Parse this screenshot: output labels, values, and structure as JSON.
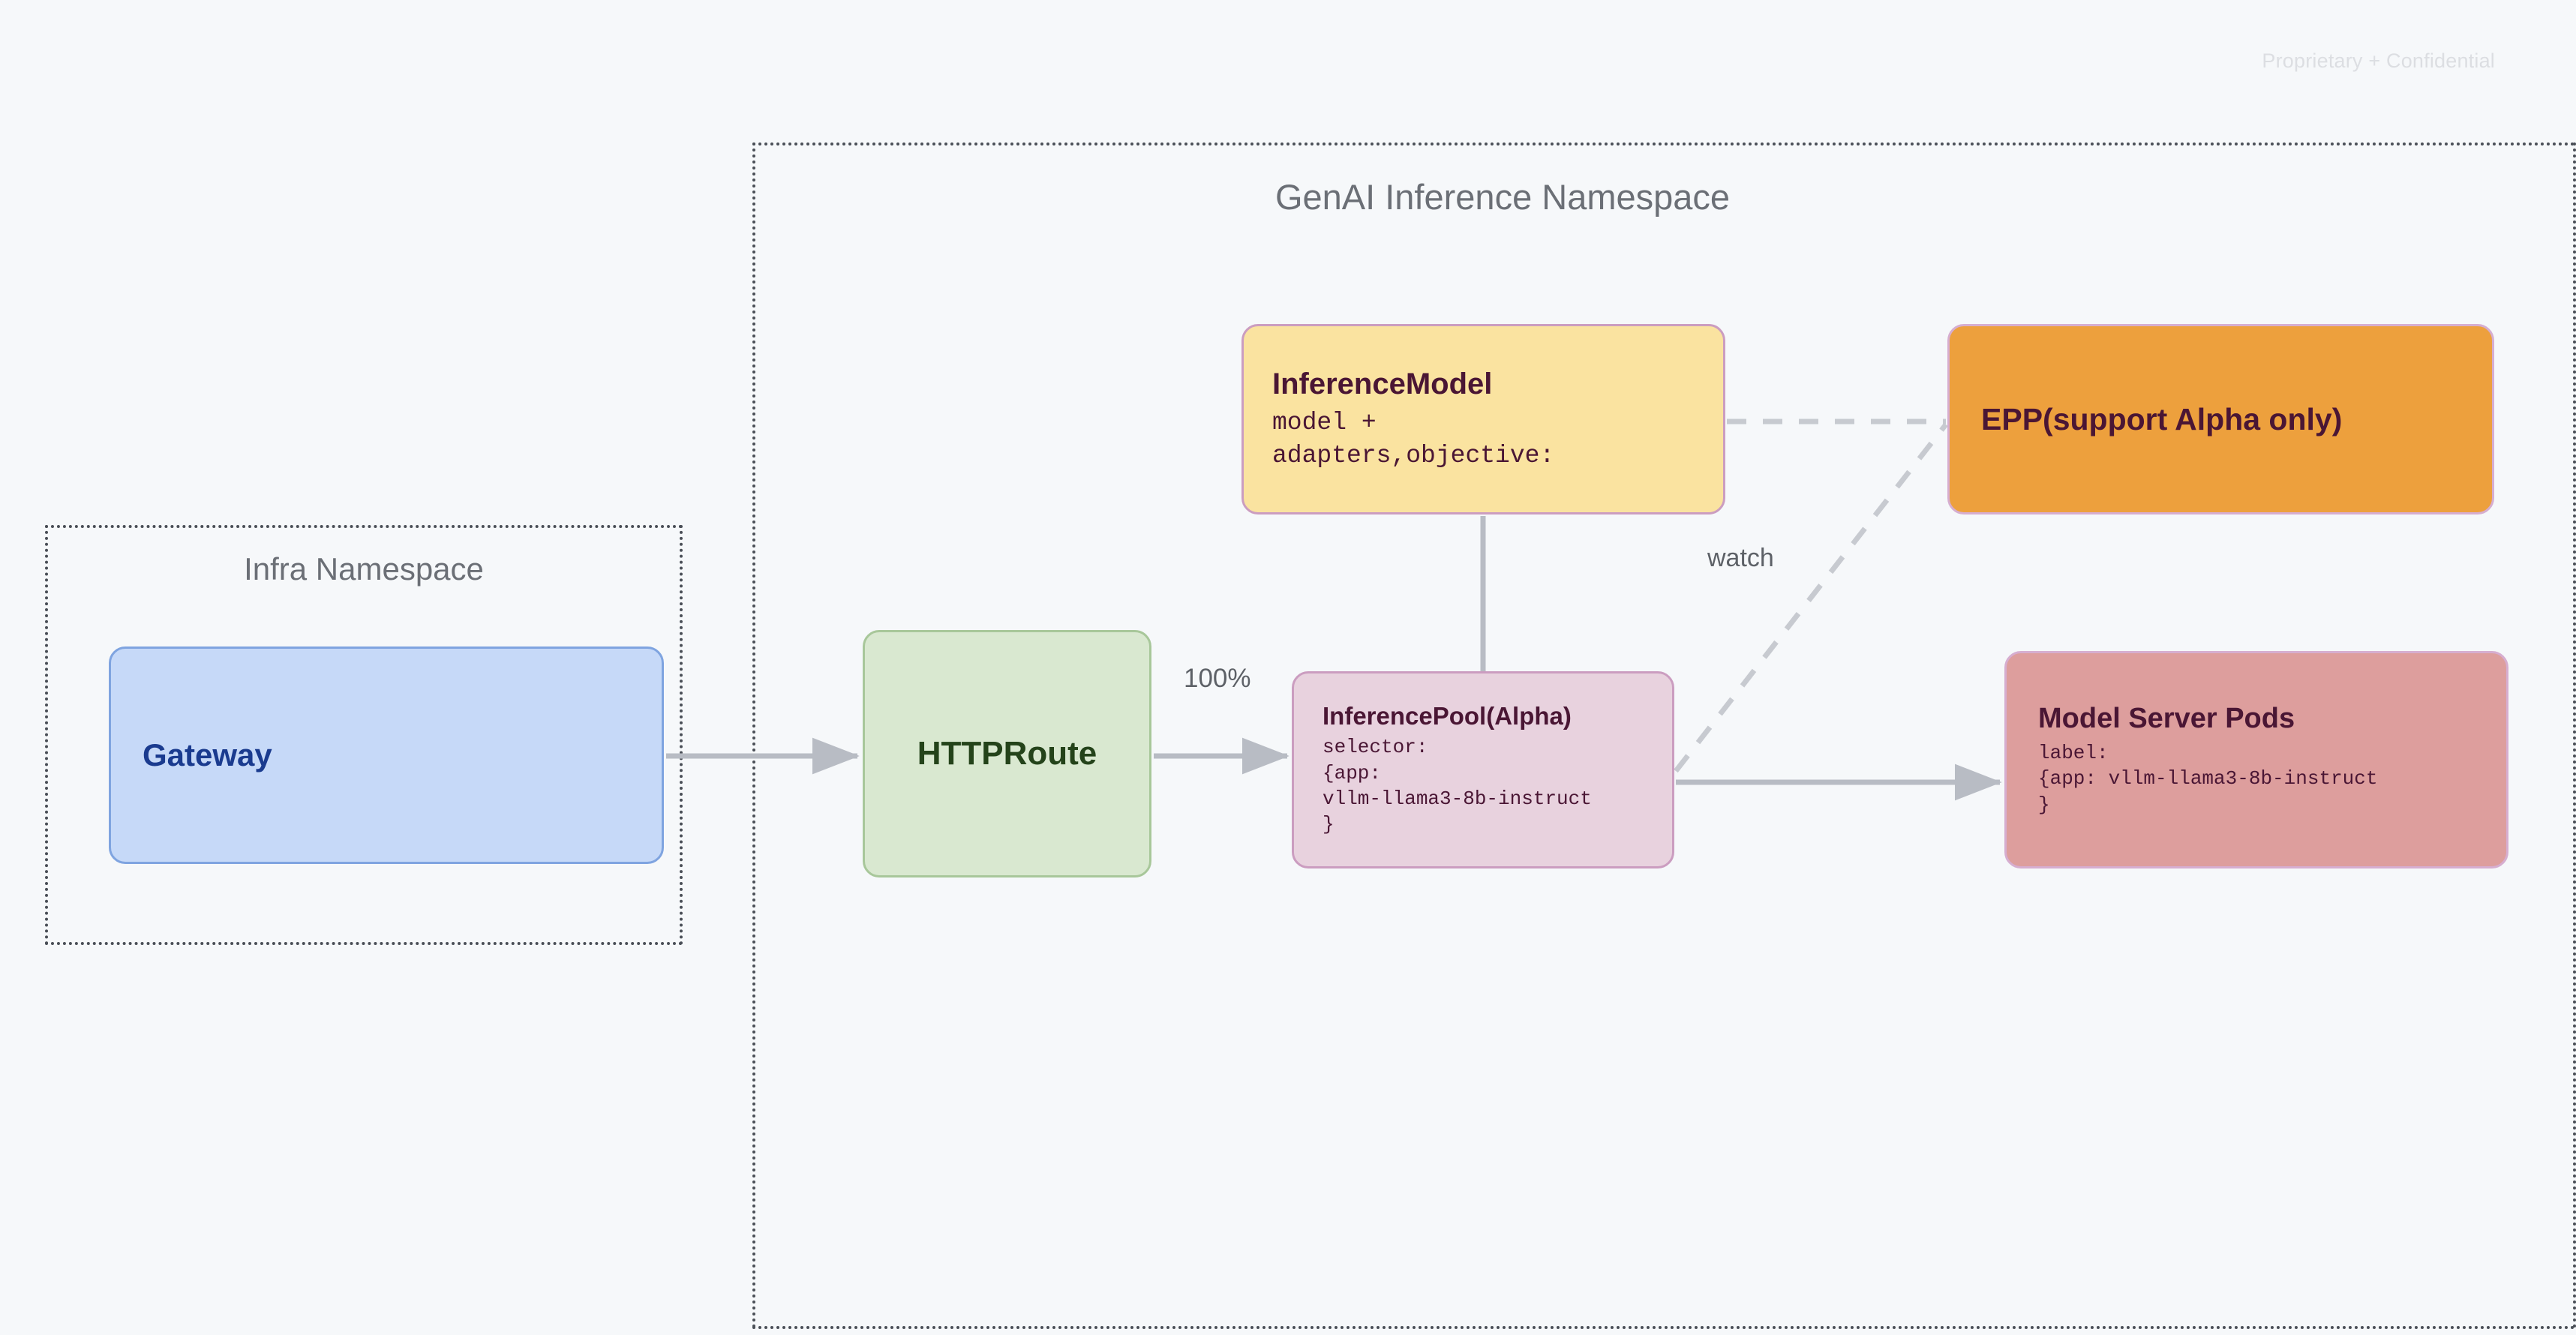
{
  "page": {
    "watermark": "Proprietary + Confidential",
    "background_color": "#f6f8fa"
  },
  "namespaces": [
    {
      "key": "infra",
      "title": "Infra Namespace",
      "border_style": "dotted",
      "border_color": "#4a4f57"
    },
    {
      "key": "genai",
      "title": "GenAI Inference Namespace",
      "border_style": "dotted",
      "border_color": "#4a4f57"
    }
  ],
  "nodes": {
    "gateway": {
      "title": "Gateway",
      "body": "",
      "fill": "#c6d9f8",
      "border": "#7fa4e0",
      "text": "#1a3b8f"
    },
    "httproute": {
      "title": "HTTPRoute",
      "body": "",
      "fill": "#d9e8d0",
      "border": "#a8c79a",
      "text": "#24431a"
    },
    "inference_model": {
      "title": "InferenceModel",
      "body": "model +\nadapters,objective:",
      "fill": "#fae3a0",
      "border": "#cb9dc0",
      "text": "#4a1634"
    },
    "inference_pool": {
      "title": "InferencePool(Alpha)",
      "body": "selector:\n{app:\nvllm-llama3-8b-instruct\n}",
      "fill": "#e8d2de",
      "border": "#cb9dc0",
      "text": "#4a1634"
    },
    "epp": {
      "title": "EPP(support Alpha only)",
      "body": "",
      "fill": "#eda03d",
      "border": "#d6aed0",
      "text": "#4a1634"
    },
    "model_server_pods": {
      "title": "Model Server Pods",
      "body": "label:\n{app: vllm-llama3-8b-instruct\n}",
      "fill": "#dd9e9d",
      "border": "#d6aed0",
      "text": "#4a1634"
    }
  },
  "edges": {
    "gateway_to_httproute": {
      "label": "",
      "style": "solid",
      "arrow": true
    },
    "httproute_to_pool": {
      "label": "100%",
      "style": "solid",
      "arrow": true
    },
    "model_to_pool": {
      "label": "",
      "style": "solid",
      "arrow": false
    },
    "model_to_epp": {
      "label": "",
      "style": "dashed",
      "arrow": false
    },
    "pool_to_epp": {
      "label": "watch",
      "style": "dashed",
      "arrow": false
    },
    "pool_to_pods": {
      "label": "",
      "style": "solid",
      "arrow": true
    }
  },
  "colors": {
    "connector": "#b8bcc4",
    "namespace_label": "#6b6f76",
    "edge_label": "#5d6167",
    "watermark": "#dcdee2"
  }
}
